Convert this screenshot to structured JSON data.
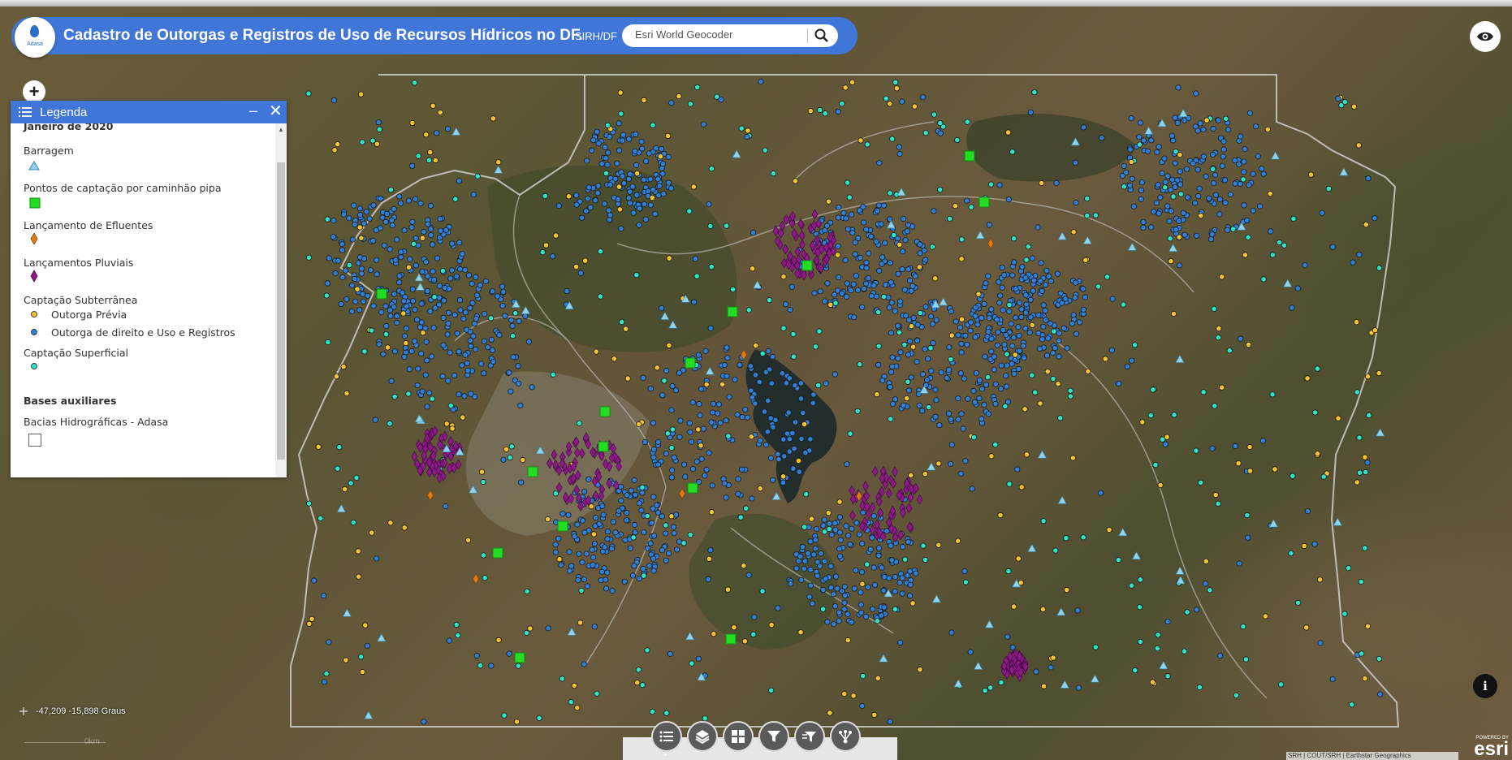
{
  "header": {
    "logo_text": "Adasa",
    "title": "Cadastro de Outorgas e Registros de Uso de Recursos Hídricos no DF.",
    "sirh_label": "SIRH/DF",
    "search_placeholder": "Esri World Geocoder"
  },
  "controls": {
    "zoom_in": "+",
    "info": "i"
  },
  "legend": {
    "title": "Legenda",
    "minimize": "–",
    "close": "✕",
    "cut_heading": "Janeiro de 2020",
    "items": [
      {
        "label": "Barragem",
        "symbol": "triangle",
        "color": "#8fd3ef"
      },
      {
        "label": "Pontos de captação por caminhão pipa",
        "symbol": "square",
        "color": "#22dd22"
      },
      {
        "label": "Lançamento de Efluentes",
        "symbol": "diamond",
        "color": "#e07b12"
      },
      {
        "label": "Lançamentos Pluviais",
        "symbol": "diamond",
        "color": "#8b1a86"
      },
      {
        "label": "Captação Subterrânea",
        "symbol": "none"
      },
      {
        "label": "Outorga Prévia",
        "symbol": "circle",
        "color": "#f6c231"
      },
      {
        "label": "Outorga de direito e Uso e Registros",
        "symbol": "circle",
        "color": "#2f7fd6"
      },
      {
        "label": "Captação Superficial",
        "symbol": "circle",
        "color": "#2fe3c6"
      }
    ],
    "aux_heading": "Bases auxiliares",
    "aux_item": "Bacias Hidrográficas - Adasa"
  },
  "coords": "-47,209 -15,898 Graus",
  "scale_label": "0km",
  "toolbar": {
    "buttons": [
      "list-icon",
      "layers-icon",
      "grid-icon",
      "filter-icon",
      "spatial-filter-icon",
      "share-icon"
    ]
  },
  "attribution": "SRH | COUT/SRH | Earthstar Geographics",
  "esri": {
    "powered_by": "POWERED BY",
    "logo": "esri"
  }
}
